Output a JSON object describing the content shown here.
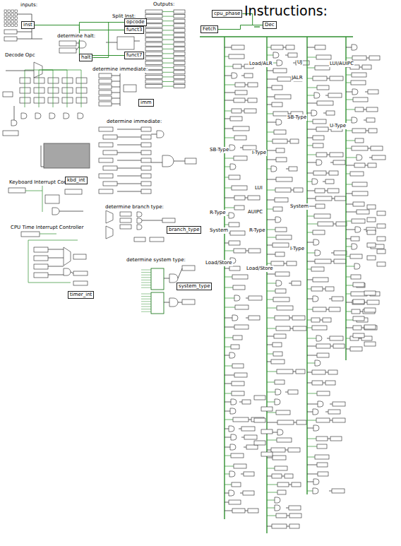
{
  "diagram": {
    "title": "Instructions:",
    "nodes": [
      {
        "text": [
          "inst"
        ]
      },
      {
        "text": [
          "opcode"
        ]
      },
      {
        "text": [
          "funct3"
        ]
      },
      {
        "text": [
          "funct7"
        ]
      },
      {
        "text": [
          "halt"
        ]
      },
      {
        "text": [
          "imm"
        ]
      },
      {
        "text": [
          "branch_type"
        ]
      },
      {
        "text": [
          "system_type"
        ]
      },
      {
        "text": [
          "kbd_int"
        ]
      },
      {
        "text": [
          "timer_int"
        ]
      },
      {
        "text": [
          "Fetch"
        ]
      },
      {
        "text": [
          "Dec"
        ]
      },
      {
        "text": [
          "cpu_phase"
        ]
      }
    ],
    "edges": [
      {
        "from": 0,
        "to": 1,
        "arrow": "none"
      },
      {
        "from": 0,
        "to": 2,
        "arrow": "none"
      },
      {
        "from": 0,
        "to": 3,
        "arrow": "none"
      },
      {
        "from": 1,
        "to": 4,
        "arrow": "none"
      },
      {
        "from": 12,
        "to": 11,
        "arrow": "none"
      },
      {
        "from": 11,
        "to": 10,
        "arrow": "none"
      }
    ],
    "labels": [
      "inputs:",
      "Split Inst:",
      "Outputs:",
      "determine halt:",
      "Decode Opc",
      "determine immediate:",
      "determine immediate:",
      "Keyboard Interrupt Controller",
      "CPU Time Interrupt Controller",
      "determine branch type:",
      "determine system type:",
      "SB-Type",
      "R-Type",
      "System",
      "Load/Store",
      "Load/ALR",
      "I-Type",
      "LUI",
      "AUIPC",
      "R-Type",
      "Load/Store",
      "UJ",
      "JALR",
      "SB-Type",
      "System",
      "I-Type",
      "LUI/AUIPC",
      "U-Type"
    ]
  }
}
